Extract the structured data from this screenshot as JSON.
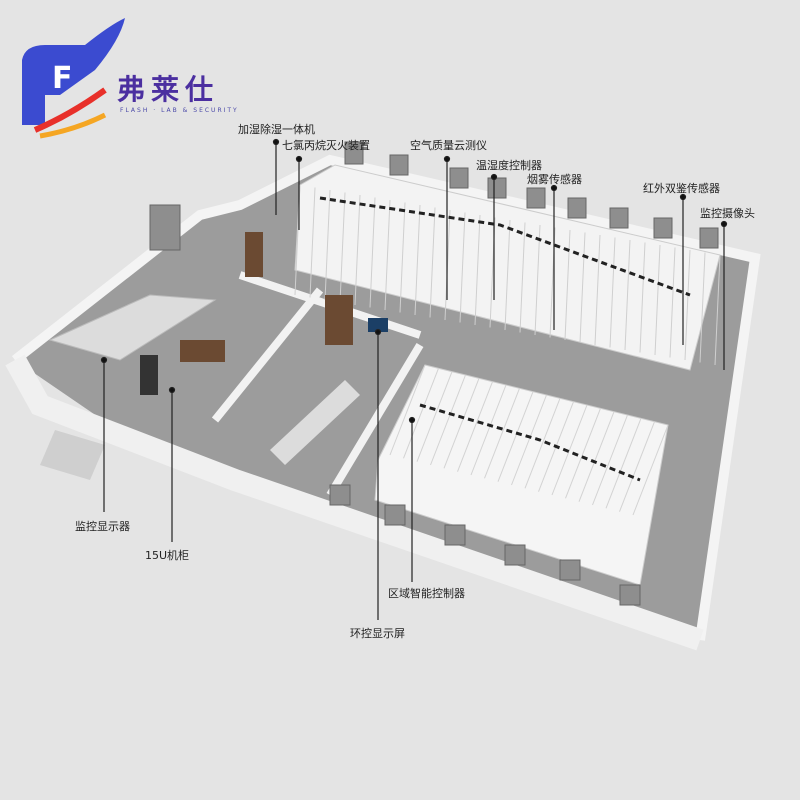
{
  "logo": {
    "name": "弗莱仕",
    "tagline": "FLASH · LAB & SECURITY",
    "brand_colors": [
      "#5a2fa8",
      "#1f8fe0",
      "#e8302a",
      "#f5a623"
    ]
  },
  "labels": {
    "humidifier": "加湿除湿一体机",
    "fire_suppression": "七氯丙烷灭火装置",
    "air_quality": "空气质量云测仪",
    "temp_humidity": "温湿度控制器",
    "smoke_sensor": "烟雾传感器",
    "infrared_sensor": "红外双鉴传感器",
    "camera": "监控摄像头",
    "monitor_display": "监控显示器",
    "cabinet": "15U机柜",
    "zone_controller": "区域智能控制器",
    "env_display": "环控显示屏"
  }
}
